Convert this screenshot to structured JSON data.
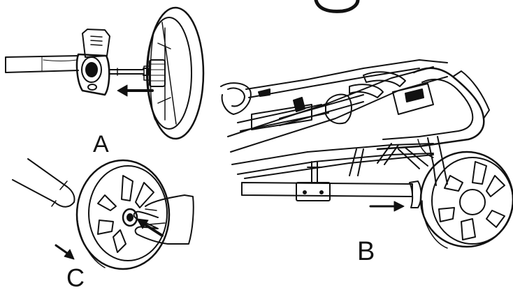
{
  "panels": [
    {
      "id": "A",
      "label": "A"
    },
    {
      "id": "B",
      "label": "B"
    },
    {
      "id": "C",
      "label": "C"
    }
  ],
  "colors": {
    "line": "#111111",
    "background": "#ffffff"
  },
  "icons": [
    "arrow-icon",
    "wheel-icon",
    "hand-icon"
  ]
}
